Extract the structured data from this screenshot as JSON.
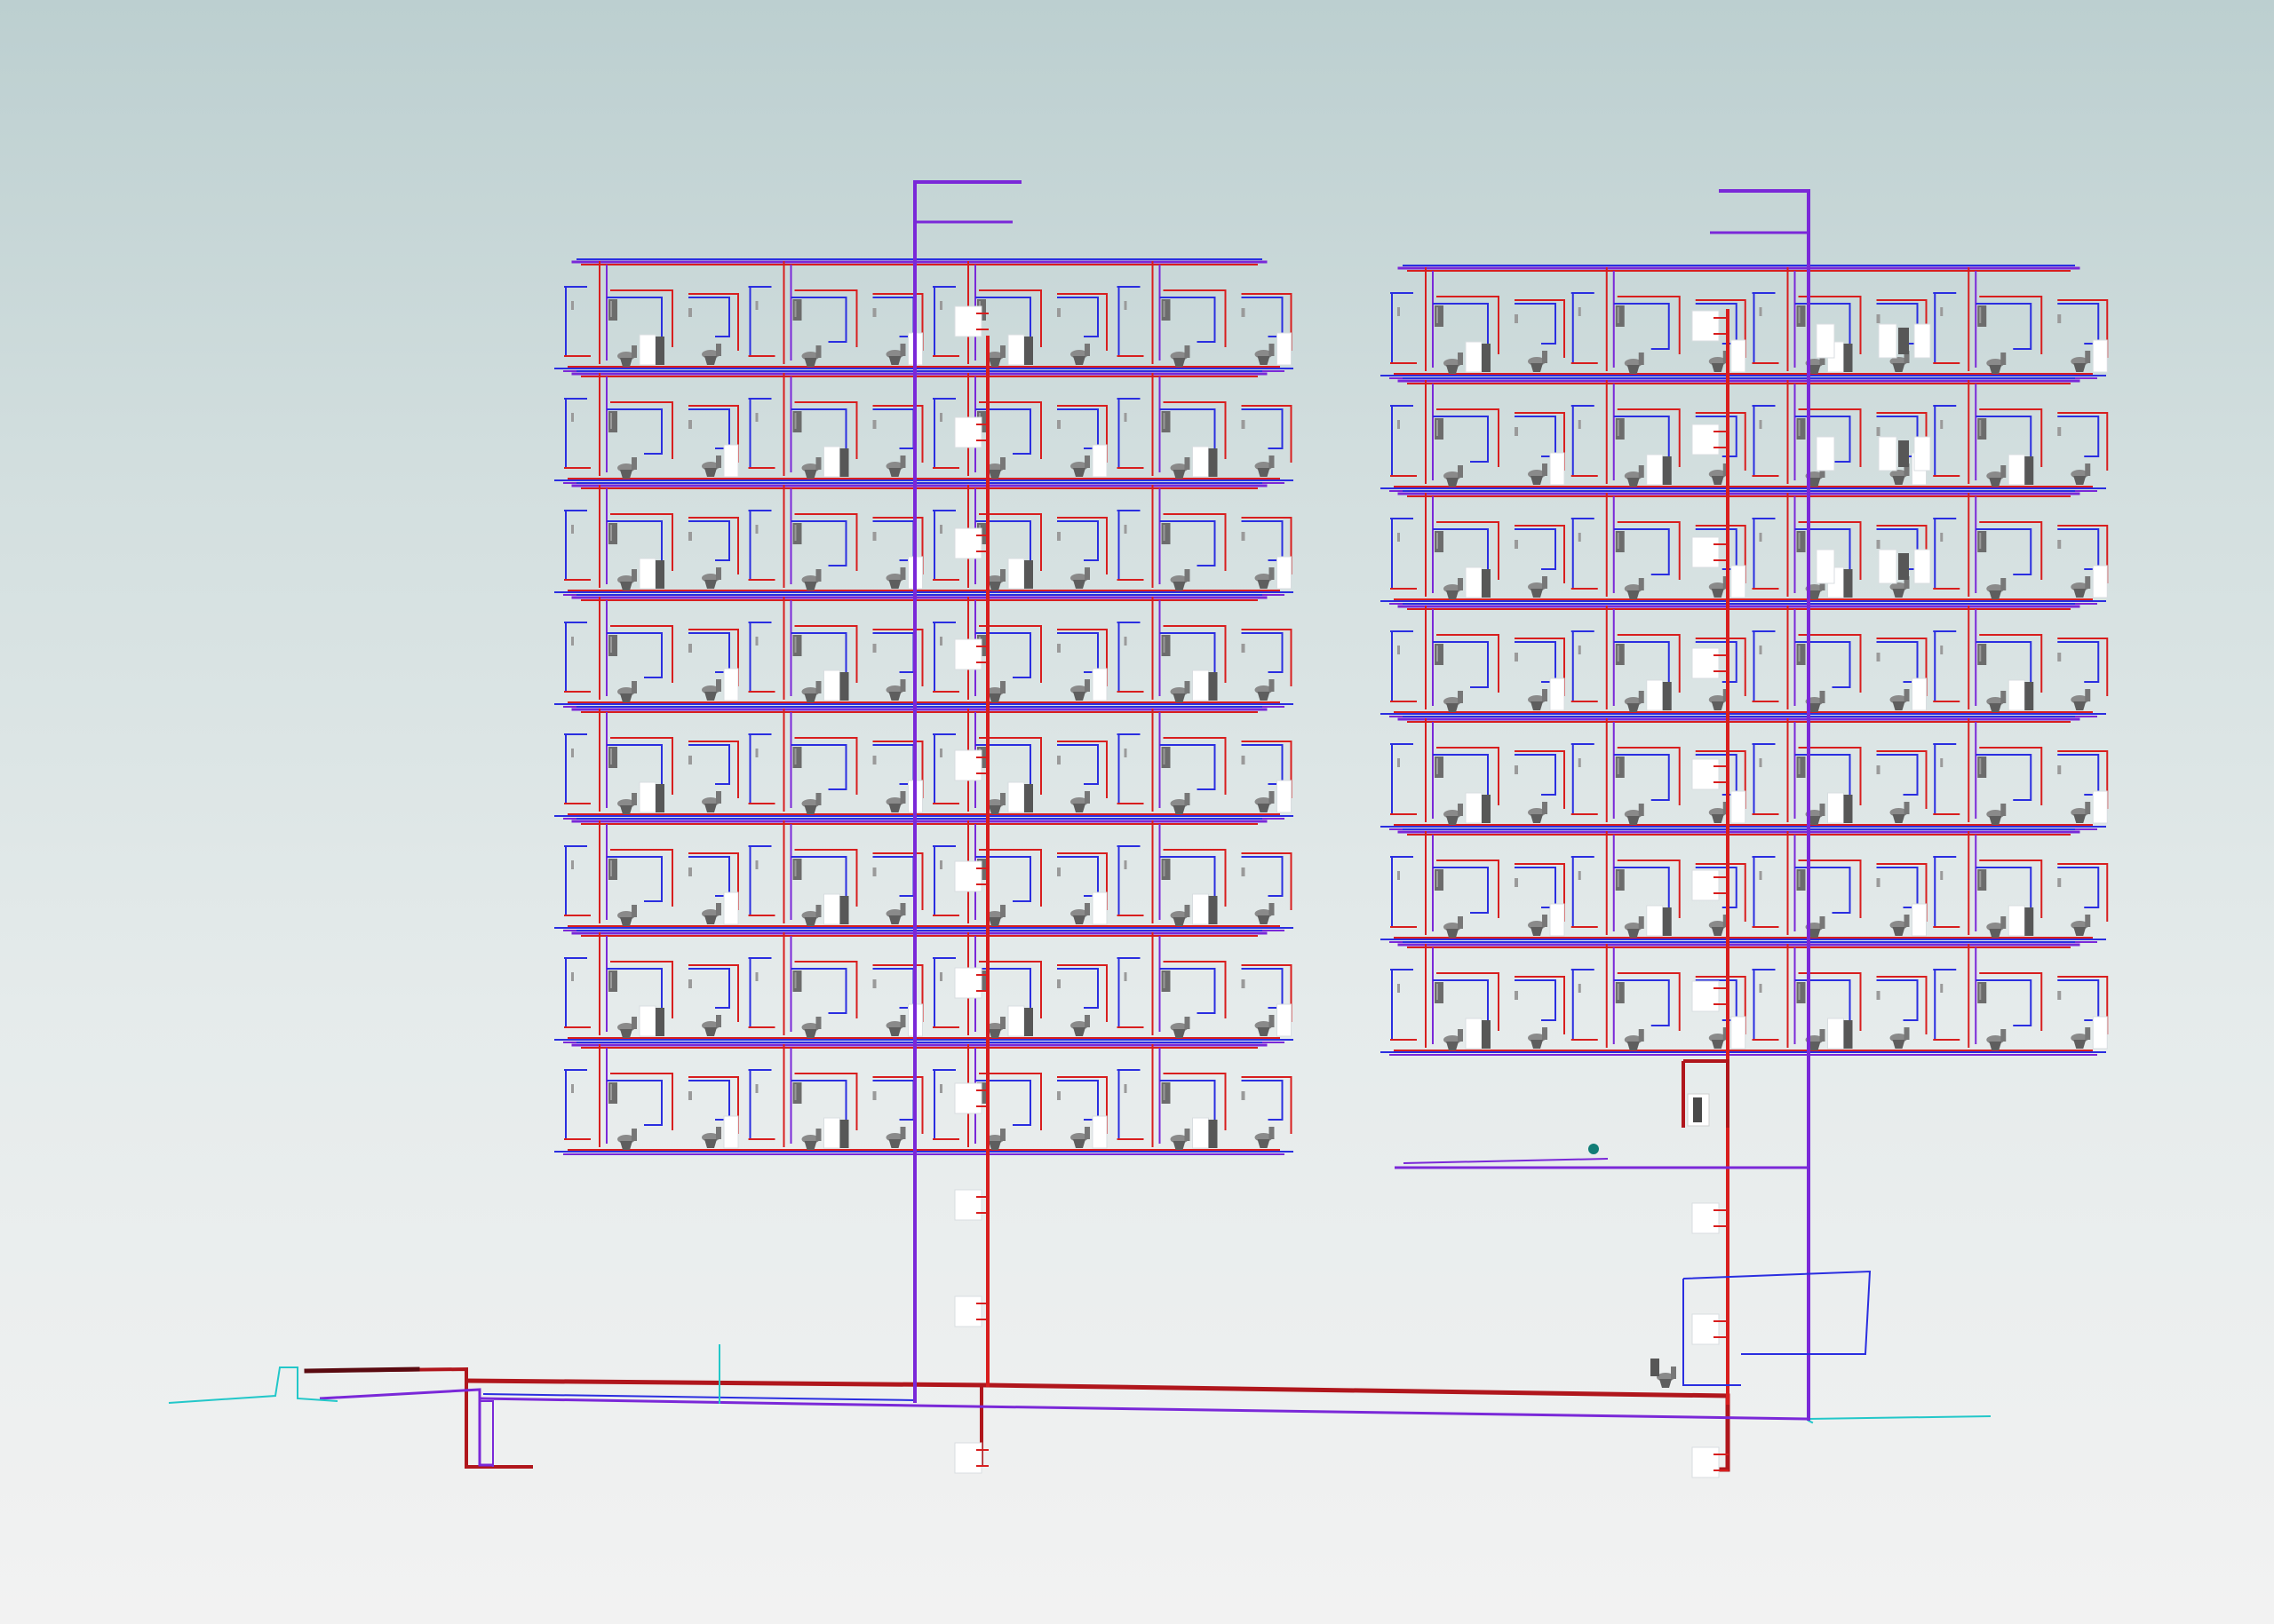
{
  "view": {
    "type": "3d-plumbing-model-view",
    "background_top": "#bccfd0",
    "background_bottom": "#f2f2f2"
  },
  "legend_colors": {
    "hot_water_pipe": "#d81e1e",
    "hot_water_main": "#b0161c",
    "cold_water_pipe": "#2a2ee0",
    "vent_riser": "#7a28d8",
    "drain_pipe": "#22c7c9",
    "fixture_gray": "#7b7b7b",
    "fixture_dark": "#555555",
    "equipment_white": "#ffffff",
    "marker": "#117d76"
  },
  "buildings": [
    {
      "name": "building-left",
      "floors": 8,
      "bays": 4
    },
    {
      "name": "building-right",
      "floors": 7,
      "bays": 4
    }
  ],
  "icons": [
    "valve-marker-icon"
  ]
}
